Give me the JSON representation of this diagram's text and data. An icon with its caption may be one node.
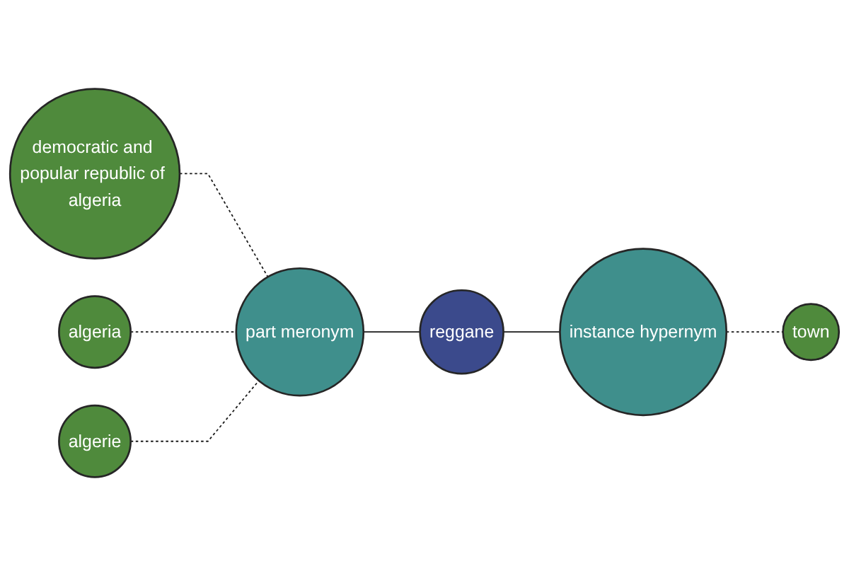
{
  "diagram": {
    "nodes": [
      {
        "text": [
          "democratic and popular republic of algeria"
        ]
      },
      {
        "text": [
          "algeria"
        ]
      },
      {
        "text": [
          "part meronym"
        ]
      },
      {
        "text": [
          "reggane"
        ]
      },
      {
        "text": [
          "instance hypernym"
        ]
      },
      {
        "text": [
          "town"
        ]
      },
      {
        "text": [
          "algerie"
        ]
      }
    ],
    "edges": [
      {
        "from": 0,
        "to": 2,
        "arrow": "none",
        "style": "dashed"
      },
      {
        "from": 1,
        "to": 2,
        "arrow": "none",
        "style": "dashed"
      },
      {
        "from": 6,
        "to": 2,
        "arrow": "none",
        "style": "dashed"
      },
      {
        "from": 2,
        "to": 3,
        "arrow": "none"
      },
      {
        "from": 3,
        "to": 4,
        "arrow": "none"
      },
      {
        "from": 4,
        "to": 5,
        "arrow": "none",
        "style": "dashed"
      }
    ]
  }
}
